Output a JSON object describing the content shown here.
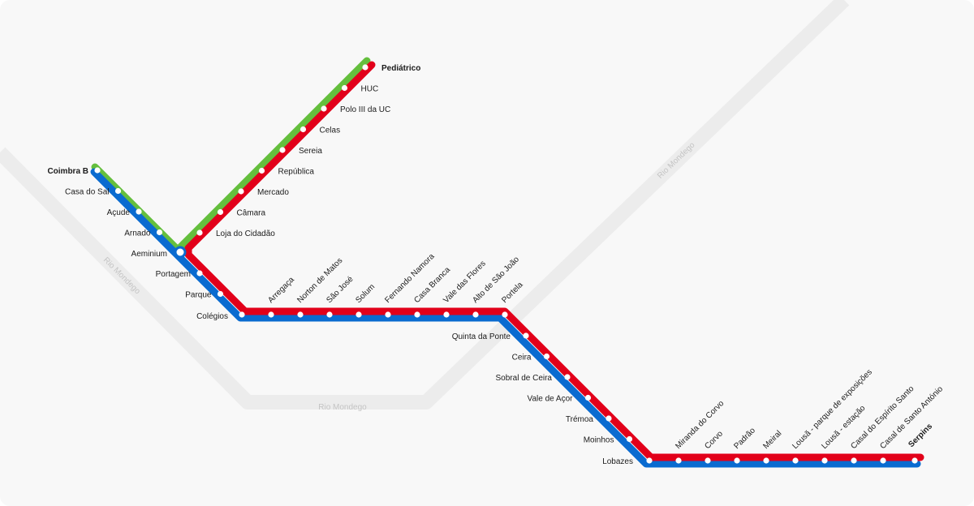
{
  "map": {
    "colors": {
      "background": "#f8f8f8",
      "river": "#ececec",
      "river_label": "#c4c4c4",
      "line_blue": "#0a6bd0",
      "line_red": "#e2001a",
      "line_green": "#64bf3d",
      "station_fill": "#ffffff",
      "label_text": "#1b1b1b"
    },
    "rivers": [
      {
        "label": "Rio Mondego"
      },
      {
        "label": "Rio Mondego"
      },
      {
        "label": "Rio Mondego"
      }
    ],
    "lines": [
      {
        "name": "blue",
        "icon": "blue-line"
      },
      {
        "name": "red",
        "icon": "red-line"
      },
      {
        "name": "green",
        "icon": "green-line"
      }
    ],
    "stations": {
      "branch_coimbra_b": [
        "Coimbra B",
        "Casa do Sal",
        "Açude",
        "Arnado"
      ],
      "branch_hospital": [
        "Loja do Cidadão",
        "Câmara",
        "Mercado",
        "República",
        "Sereia",
        "Celas",
        "Polo III da UC",
        "HUC",
        "Pediátrico"
      ],
      "interchange": "Aeminium",
      "trunk_diag_1": [
        "Portagem",
        "Parque"
      ],
      "trunk_corner_1": "Colégios",
      "trunk_horiz_1": [
        "Arregaça",
        "Norton de Matos",
        "São José",
        "Solum",
        "Fernando Namora",
        "Casa Branca",
        "Vale das Flores",
        "Alto de São João"
      ],
      "trunk_corner_2": "Portela",
      "trunk_diag_2": [
        "Quinta da Ponte",
        "Ceira",
        "Sobral de Ceira",
        "Vale de Açor",
        "Trémoa",
        "Moinhos"
      ],
      "trunk_corner_3": "Lobazes",
      "trunk_horiz_2": [
        "Miranda do Corvo",
        "Corvo",
        "Padrão",
        "Meiral",
        "Lousã - parque de exposições",
        "Lousã - estação",
        "Casal do Espírito Santo",
        "Casal de Santo António"
      ],
      "terminus": "Serpins"
    },
    "terminals": [
      "Coimbra B",
      "Pediátrico",
      "Serpins"
    ]
  }
}
